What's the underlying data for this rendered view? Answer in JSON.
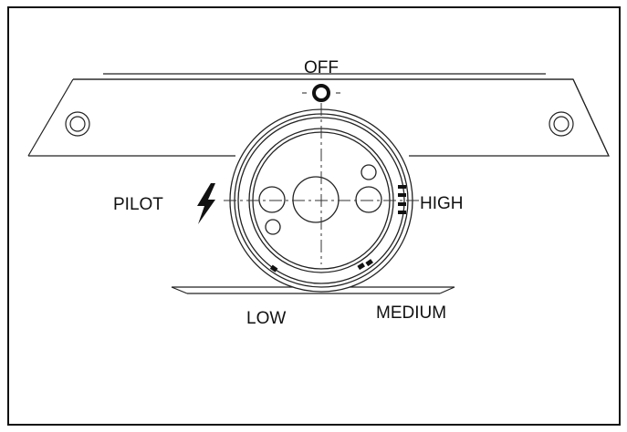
{
  "labels": {
    "off": "OFF",
    "pilot": "PILOT",
    "high": "HIGH",
    "low": "LOW",
    "medium": "MEDIUM"
  },
  "icons": {
    "pilot": "lightning-bolt-icon",
    "off_indicator": "ring-indicator-icon"
  },
  "colors": {
    "ink": "#111111",
    "background": "#ffffff"
  }
}
